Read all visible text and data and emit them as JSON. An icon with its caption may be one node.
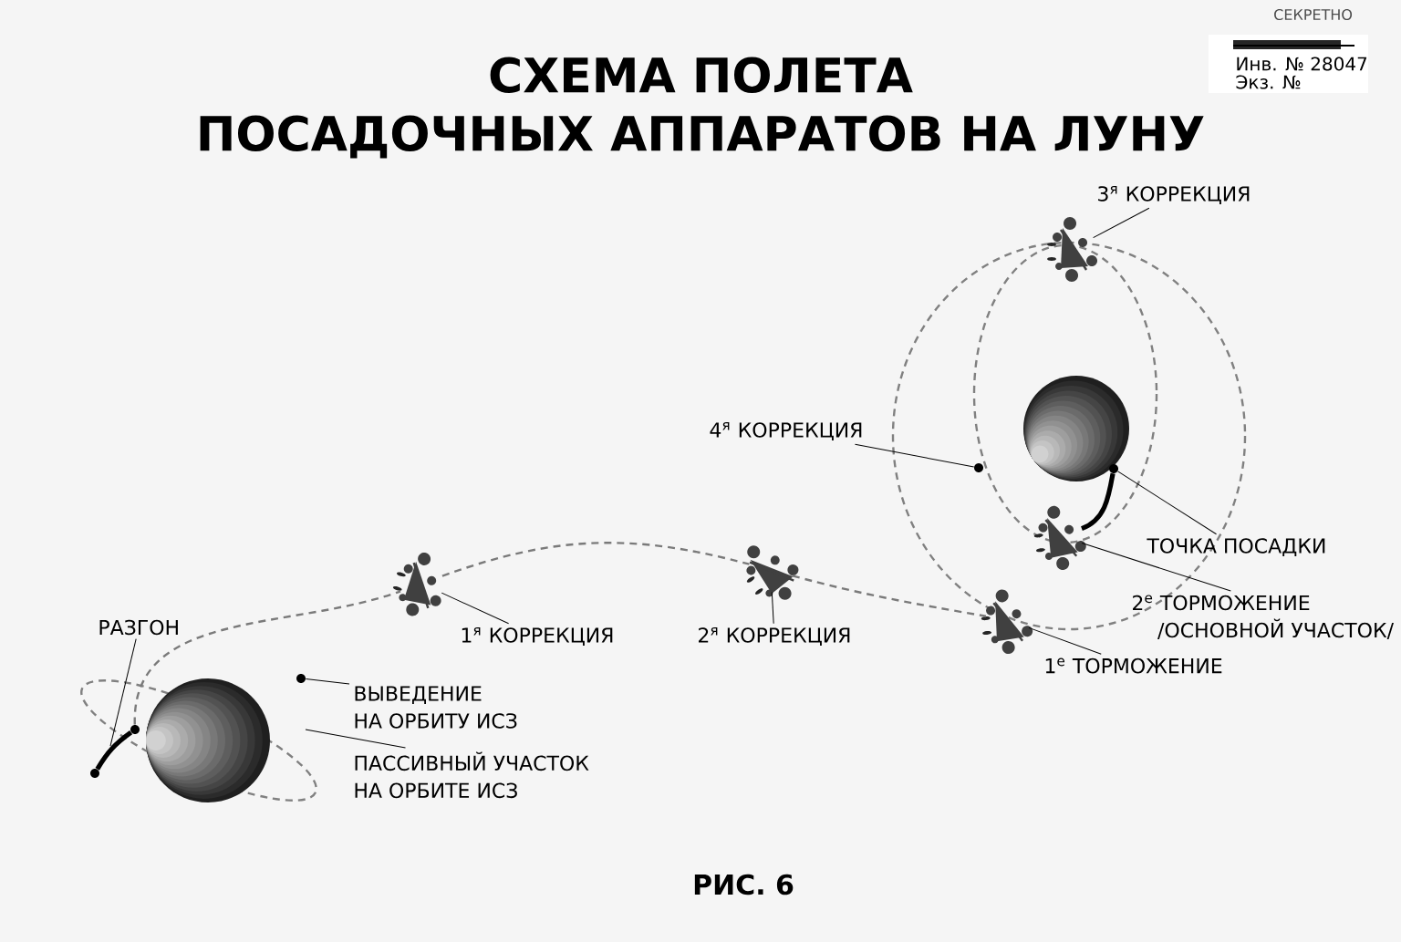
{
  "diagram": {
    "title": "СХЕМА ПОЛЕТА ПОСАДОЧНЫХ АППАРАТОВ НА ЛУНУ",
    "caption": "РИС. 6",
    "nodes": [
      {
        "text": [
          "РАЗГОН"
        ]
      },
      {
        "text": [
          "ВЫВЕДЕНИЕ НА ОРБИТУ ИСЗ"
        ]
      },
      {
        "text": [
          "ПАССИВНЫЙ УЧАСТОК НА ОРБИТЕ ИСЗ"
        ]
      },
      {
        "text": [
          "1$^{я}$ КОРРЕКЦИЯ"
        ]
      },
      {
        "text": [
          "2$^{я}$ КОРРЕКЦИЯ"
        ]
      },
      {
        "text": [
          "3$^{я}$ КОРРЕКЦИЯ"
        ]
      },
      {
        "text": [
          "4$^{я}$ КОРРЕКЦИЯ"
        ]
      },
      {
        "text": [
          "ТОЧКА ПОСАДКИ"
        ]
      },
      {
        "text": [
          "2$^{е}$ ТОРМОЖЕНИЕ /ОСНОВНОЙ УЧАСТОК/"
        ]
      },
      {
        "text": [
          "1$^{е}$ ТОРМОЖЕНИЕ"
        ]
      },
      {
        "text": [],
        "shape": "circle"
      },
      {
        "text": [],
        "shape": "circle"
      },
      {
        "text": [],
        "shape": "circle"
      },
      {
        "text": [],
        "shape": "circle"
      },
      {
        "text": [],
        "shape": "circle"
      },
      {
        "text": [],
        "shape": "picture"
      },
      {
        "text": [],
        "shape": "picture"
      },
      {
        "text": [],
        "shape": "picture"
      },
      {
        "text": [],
        "shape": "picture"
      },
      {
        "text": [],
        "shape": "picture"
      },
      {
        "text": [],
        "shape": "circle"
      },
      {
        "text": [],
        "shape": "circle"
      }
    ],
    "edges": [
      {
        "from": 0,
        "to": null,
        "arrow": "none"
      },
      {
        "from": 1,
        "to": 12,
        "arrow": "none"
      },
      {
        "from": 2,
        "to": null,
        "arrow": "none"
      },
      {
        "from": 3,
        "to": 15,
        "arrow": "none"
      },
      {
        "from": 4,
        "to": 16,
        "arrow": "none"
      },
      {
        "from": 5,
        "to": 18,
        "arrow": "none"
      },
      {
        "from": 6,
        "to": 20,
        "arrow": "none"
      },
      {
        "from": 7,
        "to": 21,
        "arrow": "none"
      },
      {
        "from": 8,
        "to": 19,
        "arrow": "none"
      },
      {
        "from": 9,
        "to": 17,
        "arrow": "none"
      },
      {
        "from": 14,
        "to": 13,
        "arrow": "none",
        "style": "thick"
      },
      {
        "from": 13,
        "to": 15,
        "arrow": "none",
        "style": "dashed",
        "color": "#7a7a7a"
      },
      {
        "from": 15,
        "to": 16,
        "arrow": "none",
        "style": "dashed",
        "color": "#7a7a7a"
      },
      {
        "from": 16,
        "to": 17,
        "arrow": "none",
        "style": "dashed",
        "color": "#7a7a7a"
      },
      {
        "from": 19,
        "to": 21,
        "arrow": "none",
        "style": "thick"
      }
    ],
    "labels": [
      "СЕКРЕТНО",
      "Инв. № 28047",
      "Экз. №"
    ]
  }
}
